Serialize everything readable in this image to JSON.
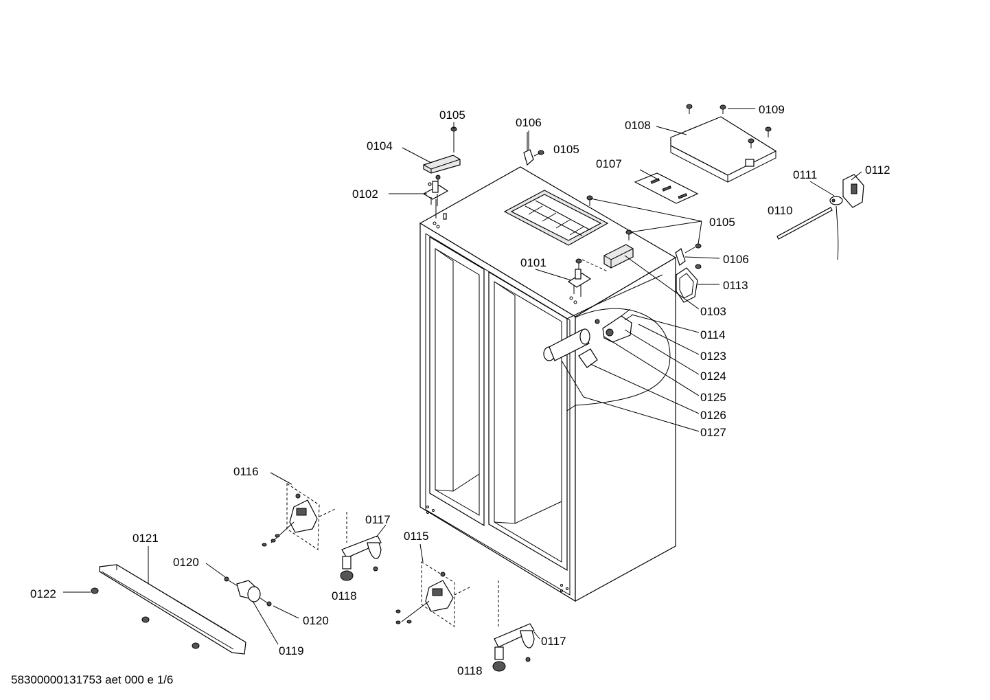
{
  "labels": {
    "p0101": "0101",
    "p0102": "0102",
    "p0103": "0103",
    "p0104": "0104",
    "p0105a": "0105",
    "p0105b": "0105",
    "p0105c": "0105",
    "p0106a": "0106",
    "p0106b": "0106",
    "p0107": "0107",
    "p0108": "0108",
    "p0109": "0109",
    "p0110": "0110",
    "p0111": "0111",
    "p0112": "0112",
    "p0113": "0113",
    "p0114": "0114",
    "p0115": "0115",
    "p0116": "0116",
    "p0117a": "0117",
    "p0117b": "0117",
    "p0118a": "0118",
    "p0118b": "0118",
    "p0119": "0119",
    "p0120a": "0120",
    "p0120b": "0120",
    "p0121": "0121",
    "p0122": "0122",
    "p0123": "0123",
    "p0124": "0124",
    "p0125": "0125",
    "p0126": "0126",
    "p0127": "0127"
  },
  "document_code": "58300000131753 aet 000 e 1/6"
}
